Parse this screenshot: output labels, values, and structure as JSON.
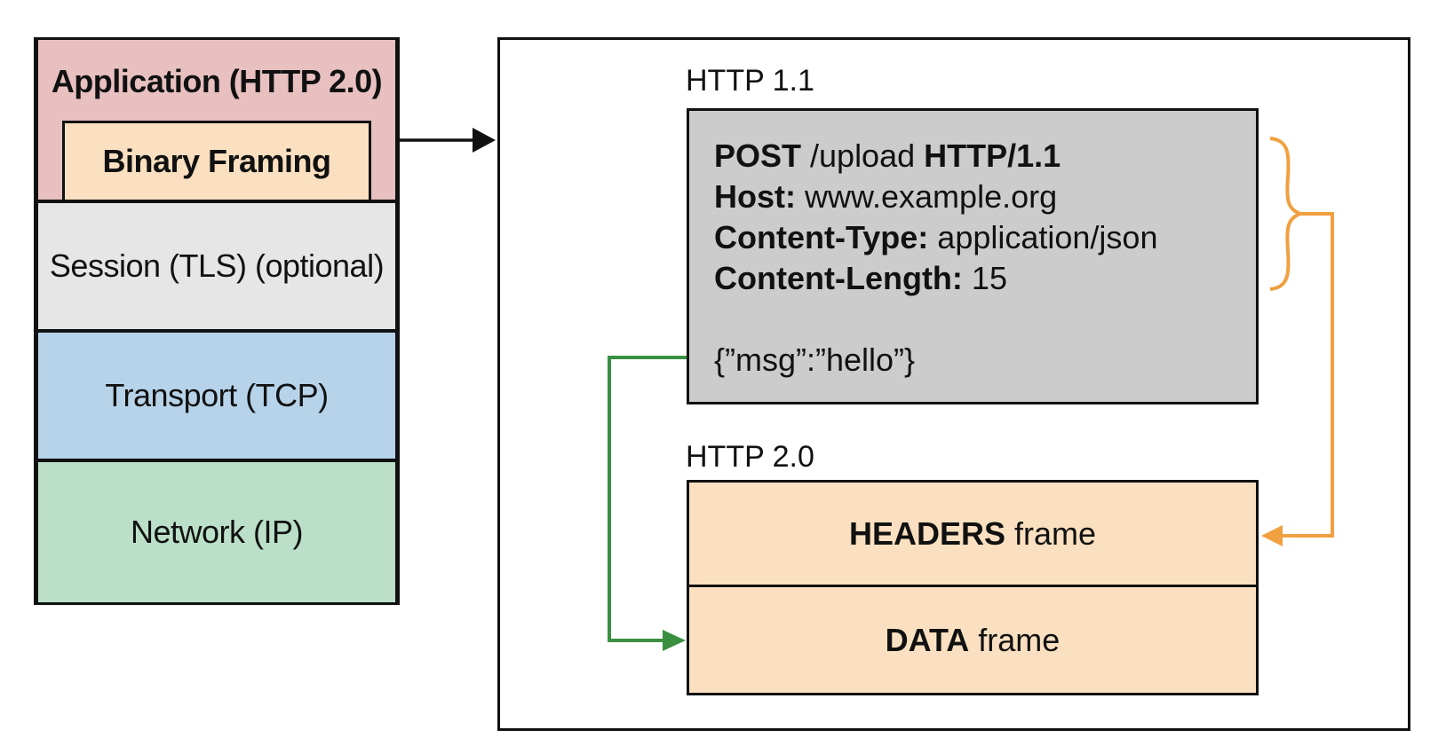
{
  "stack": {
    "application_label": "Application (HTTP 2.0)",
    "binary_framing_label": "Binary Framing",
    "session_label": "Session (TLS) (optional)",
    "transport_label": "Transport (TCP)",
    "network_label": "Network (IP)"
  },
  "http11": {
    "title": "HTTP 1.1",
    "request": {
      "line1_bold_a": "POST",
      "line1_plain": " /upload ",
      "line1_bold_b": "HTTP/1.1",
      "host_key": "Host:",
      "host_value": " www.example.org",
      "ctype_key": "Content-Type:",
      "ctype_value": " application/json",
      "clen_key": "Content-Length:",
      "clen_value": " 15",
      "body": "{”msg”:”hello”}"
    }
  },
  "http20": {
    "title": "HTTP 2.0",
    "headers_bold": "HEADERS",
    "headers_rest": " frame",
    "data_bold": "DATA",
    "data_rest": " frame"
  },
  "colors": {
    "application": "#e8c0c0",
    "binary_framing": "#fae0c0",
    "session": "#e6e6e6",
    "transport": "#b6d3e9",
    "network": "#bbdfc9",
    "request_box": "#cccccc",
    "frames": "#fae0c0",
    "orange_arrow": "#f0a040",
    "green_arrow": "#3a9040"
  }
}
